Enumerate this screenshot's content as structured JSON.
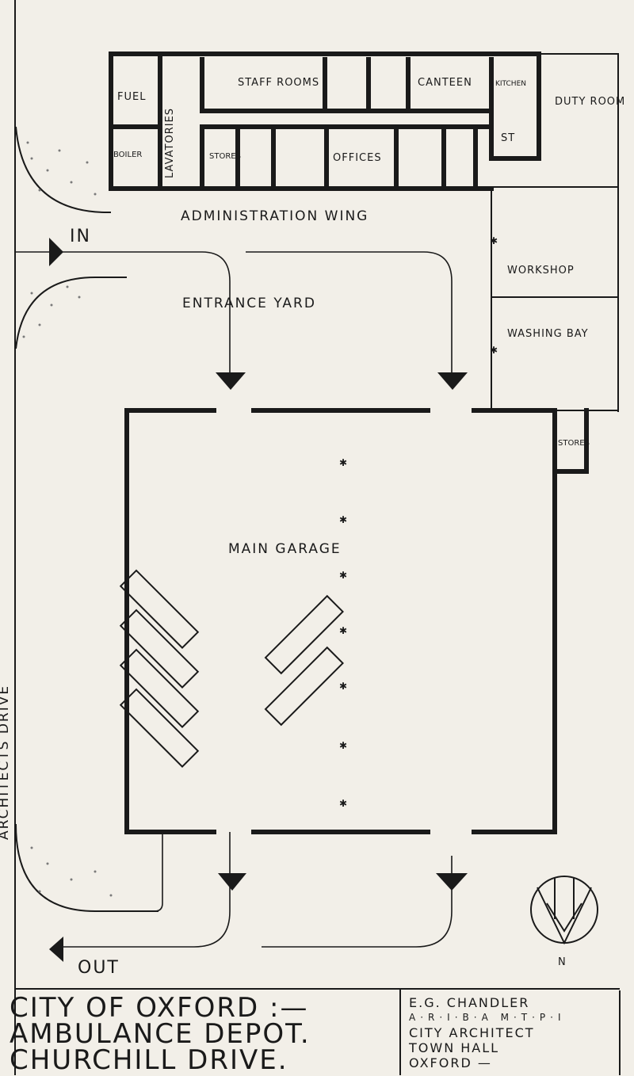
{
  "side_label": "ARCHITECTS DRIVE",
  "rooms": {
    "fuel": "FUEL",
    "boiler": "BOILER",
    "lavatories": "LAVATORIES",
    "staff_rooms": "STAFF ROOMS",
    "canteen": "CANTEEN",
    "kitchen": "KITCHEN",
    "duty_room": "DUTY ROOM",
    "st": "ST",
    "stores_admin": "STORES",
    "offices": "OFFICES",
    "admin_wing": "ADMINISTRATION WING",
    "workshop": "WORKSHOP",
    "washing_bay": "WASHING BAY",
    "stores_garage": "STORES",
    "entrance_yard": "ENTRANCE YARD",
    "main_garage": "MAIN GARAGE"
  },
  "flow": {
    "in": "IN",
    "out": "OUT"
  },
  "north": "N",
  "title": {
    "line1": "CITY OF OXFORD :—",
    "line2": "AMBULANCE DEPOT.",
    "line3": "CHURCHILL DRIVE."
  },
  "architect": {
    "name": "E.G. CHANDLER",
    "quals": "A·R·I·B·A  M·T·P·I",
    "role": "CITY ARCHITECT",
    "office": "TOWN HALL",
    "city": "OXFORD —"
  },
  "colors": {
    "ink": "#1a1a1a",
    "paper": "#f2efe8"
  }
}
